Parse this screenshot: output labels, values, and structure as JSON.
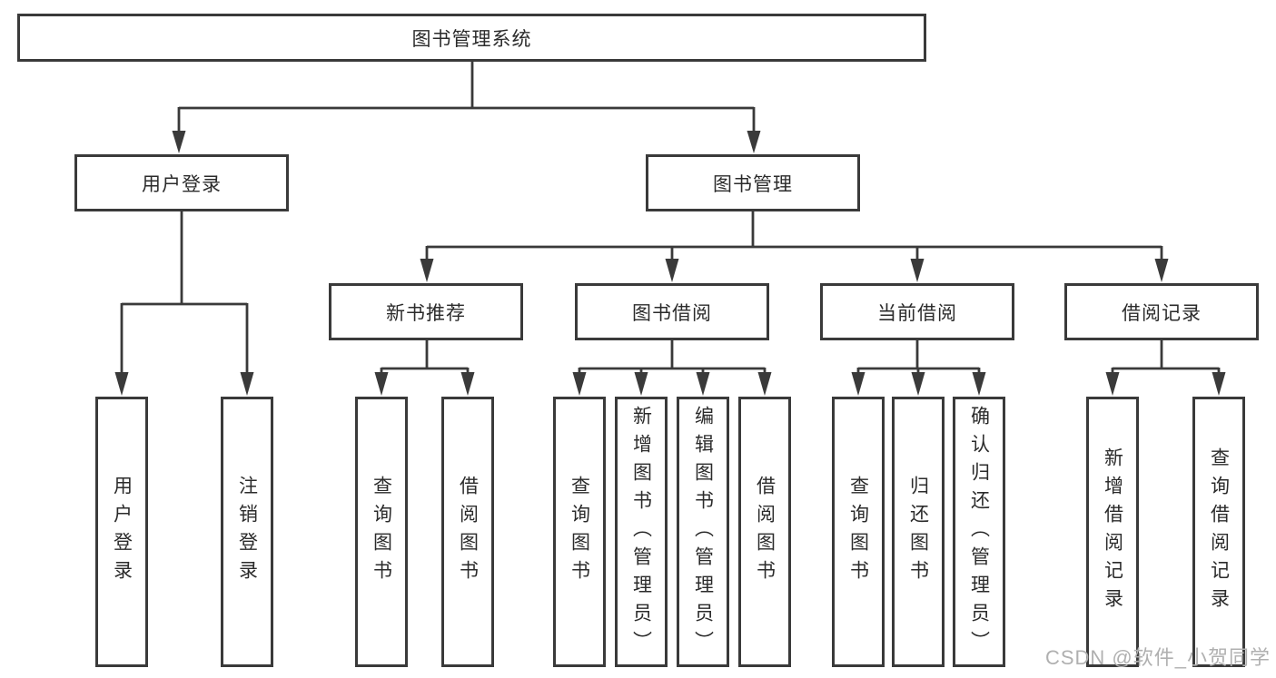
{
  "root": {
    "label": "图书管理系统"
  },
  "branches": [
    {
      "label": "用户登录",
      "children": [
        {
          "label": "用户登录"
        },
        {
          "label": "注销登录"
        }
      ]
    },
    {
      "label": "图书管理",
      "groups": [
        {
          "label": "新书推荐",
          "children": [
            {
              "label": "查询图书"
            },
            {
              "label": "借阅图书"
            }
          ]
        },
        {
          "label": "图书借阅",
          "children": [
            {
              "label": "查询图书"
            },
            {
              "label": "新增图书（管理员）"
            },
            {
              "label": "编辑图书（管理员）"
            },
            {
              "label": "借阅图书"
            }
          ]
        },
        {
          "label": "当前借阅",
          "children": [
            {
              "label": "查询图书"
            },
            {
              "label": "归还图书"
            },
            {
              "label": "确认归还（管理员）"
            }
          ]
        },
        {
          "label": "借阅记录",
          "children": [
            {
              "label": "新增借阅记录"
            },
            {
              "label": "查询借阅记录"
            }
          ]
        }
      ]
    }
  ],
  "watermark": "CSDN @软件_小贺同学",
  "colors": {
    "line": "#3a3a3a",
    "text": "#2b2b2b",
    "watermark": "#b0b0b0",
    "background": "#ffffff"
  }
}
